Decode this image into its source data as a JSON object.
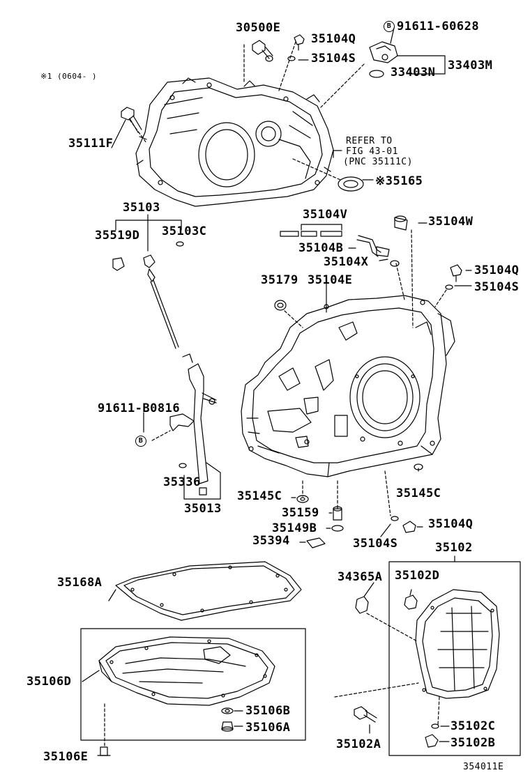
{
  "note": "※1 (0604-      )",
  "refer": [
    "REFER TO",
    "FIG 43-01",
    "(PNC 35111C)"
  ],
  "footer": "354011E",
  "b_symbol": "B",
  "labels": {
    "p30500E": "30500E",
    "p35104Q_1": "35104Q",
    "p91611_60628": "91611-60628",
    "p35104S_1": "35104S",
    "p33403M": "33403M",
    "p33403N": "33403N",
    "p35111F": "35111F",
    "p35165": "※35165",
    "p35103": "35103",
    "p35519D": "35519D",
    "p35103C": "35103C",
    "p35104V": "35104V",
    "p35104W": "35104W",
    "p35104B": "35104B",
    "p35104X": "35104X",
    "p35104Q_2": "35104Q",
    "p35179": "35179",
    "p35104E": "35104E",
    "p35104S_2": "35104S",
    "p91611_B0816": "91611-B0816",
    "p35336": "35336",
    "p35013": "35013",
    "p35145C_1": "35145C",
    "p35145C_2": "35145C",
    "p35159": "35159",
    "p35149B": "35149B",
    "p35104Q_3": "35104Q",
    "p35394": "35394",
    "p35104S_3": "35104S",
    "p35102": "35102",
    "p35168A": "35168A",
    "p34365A": "34365A",
    "p35102D": "35102D",
    "p35106D": "35106D",
    "p35106B": "35106B",
    "p35106A": "35106A",
    "p35102C": "35102C",
    "p35102A": "35102A",
    "p35102B": "35102B",
    "p35106E": "35106E"
  }
}
